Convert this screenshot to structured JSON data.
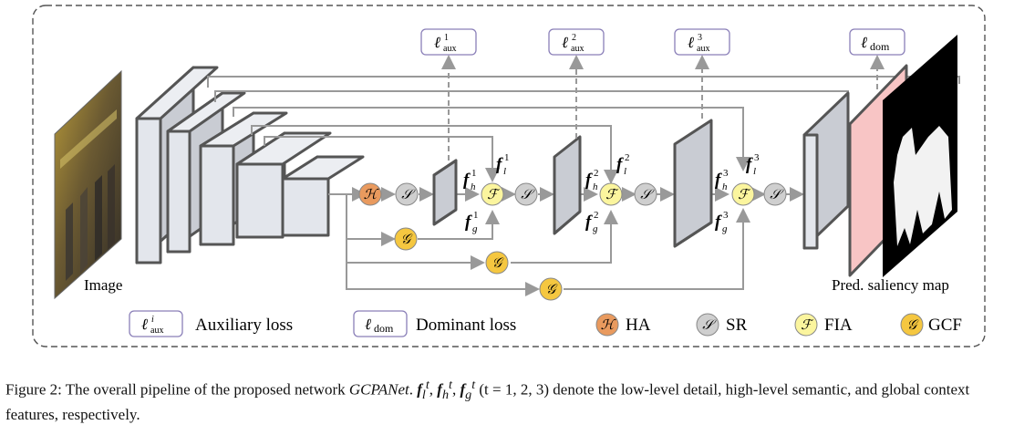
{
  "labels": {
    "image": "Image",
    "pred_map": "Pred. saliency map"
  },
  "losses": {
    "aux1": {
      "base": "ℓ",
      "sup": "1",
      "sub": "aux"
    },
    "aux2": {
      "base": "ℓ",
      "sup": "2",
      "sub": "aux"
    },
    "aux3": {
      "base": "ℓ",
      "sup": "3",
      "sub": "aux"
    },
    "dom": {
      "base": "ℓ",
      "sub": "dom"
    }
  },
  "nodes": {
    "ha_symbol": "ℋ",
    "sr_symbol": "𝒮",
    "fia_symbol": "ℱ",
    "gcf_symbol": "𝒢"
  },
  "features": {
    "fh": {
      "base": "f",
      "sub": "h"
    },
    "fl": {
      "base": "f",
      "sub": "l"
    },
    "fg": {
      "base": "f",
      "sub": "g"
    },
    "stages": [
      "1",
      "2",
      "3"
    ]
  },
  "legend": {
    "aux_box": {
      "base": "ℓ",
      "sup": "i",
      "sub": "aux"
    },
    "aux_label": "Auxiliary loss",
    "dom_box": {
      "base": "ℓ",
      "sub": "dom"
    },
    "dom_label": "Dominant loss",
    "ha_label": "HA",
    "sr_label": "SR",
    "fia_label": "FIA",
    "gcf_label": "GCF"
  },
  "caption": {
    "prefix": "Figure 2: The overall pipeline of the proposed network ",
    "net": "GCPANet",
    "mid": ". ",
    "f_l": "f",
    "f_l_sub": "l",
    "f_h": "f",
    "f_h_sub": "h",
    "f_g": "f",
    "f_g_sub": "g",
    "sup_t": "t",
    "sep": ", ",
    "range": " (t = 1, 2, 3) denote the low-level detail, high-level semantic, and global context features, respectively."
  },
  "colors": {
    "block_fill": "#e3e6ec",
    "block_stroke": "#555555",
    "ha": "#e99a5e",
    "sr": "#cfcfcf",
    "fia": "#fbf59e",
    "gcf": "#f5c740",
    "loss_border": "#8a7fb8",
    "pred_pink": "#f8c5c5",
    "arrow": "#999999"
  }
}
